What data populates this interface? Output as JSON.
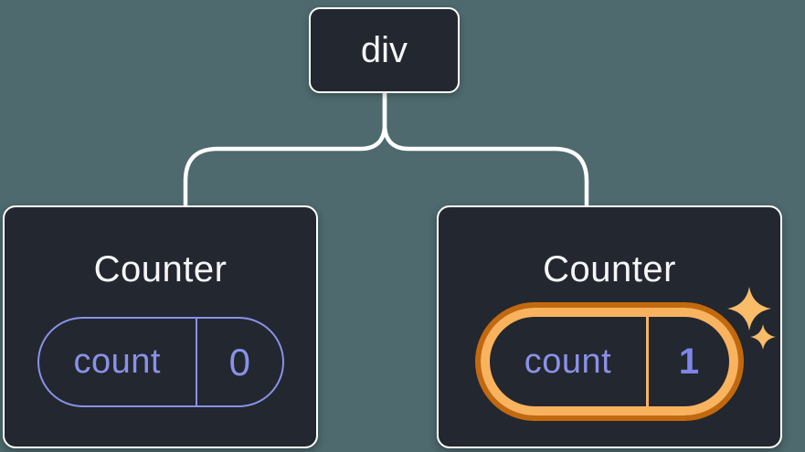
{
  "diagram": {
    "root": {
      "label": "div"
    },
    "children": [
      {
        "title": "Counter",
        "state": {
          "name": "count",
          "value": "0"
        },
        "highlighted": false
      },
      {
        "title": "Counter",
        "state": {
          "name": "count",
          "value": "1"
        },
        "highlighted": true
      }
    ]
  },
  "icons": {
    "sparkle_large": "sparkles-icon",
    "sparkle_small": "sparkles-icon"
  },
  "colors": {
    "background_teal": "#4e6a6e",
    "node_background": "#23272f",
    "node_border": "#ffffff",
    "connector_line": "#ffffff",
    "title_text": "#f5f6f7",
    "state_purple": "#8a91e8",
    "state_value_bold_purple": "#7d86e8",
    "highlight_orange_light": "#f9b35f",
    "highlight_orange_dark": "#c2690f",
    "sparkle_orange": "#f9bc68"
  }
}
